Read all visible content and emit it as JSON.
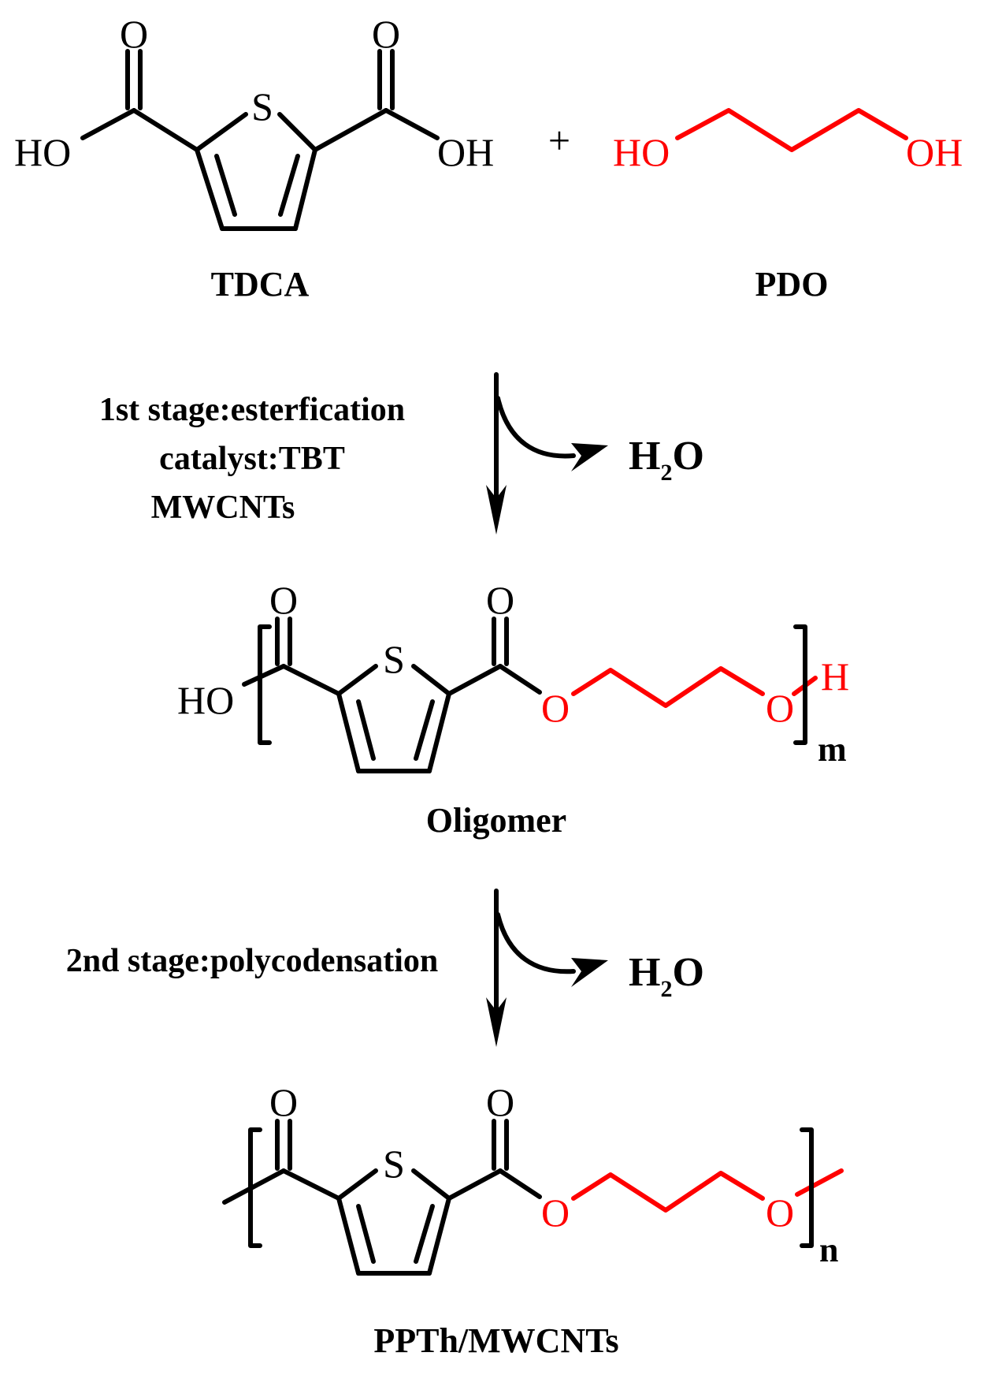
{
  "colors": {
    "reactant_tdca": "#000000",
    "reactant_pdo": "#ff0000"
  },
  "atoms": {
    "S": "S",
    "O": "O",
    "HO": "HO",
    "OH": "OH",
    "H": "H"
  },
  "plus": "+",
  "labels": {
    "tdca": "TDCA",
    "pdo": "PDO",
    "oligomer": "Oligomer",
    "product": "PPTh/MWCNTs"
  },
  "stage1": {
    "line1": "1st stage:esterfication",
    "line2": "catalyst:TBT",
    "line3": "MWCNTs"
  },
  "stage2": {
    "line1": "2nd stage:polycodensation"
  },
  "byproduct": {
    "h": "H",
    "sub": "2",
    "o": "O"
  },
  "repeat_subscripts": {
    "oligomer": "m",
    "product": "n"
  }
}
